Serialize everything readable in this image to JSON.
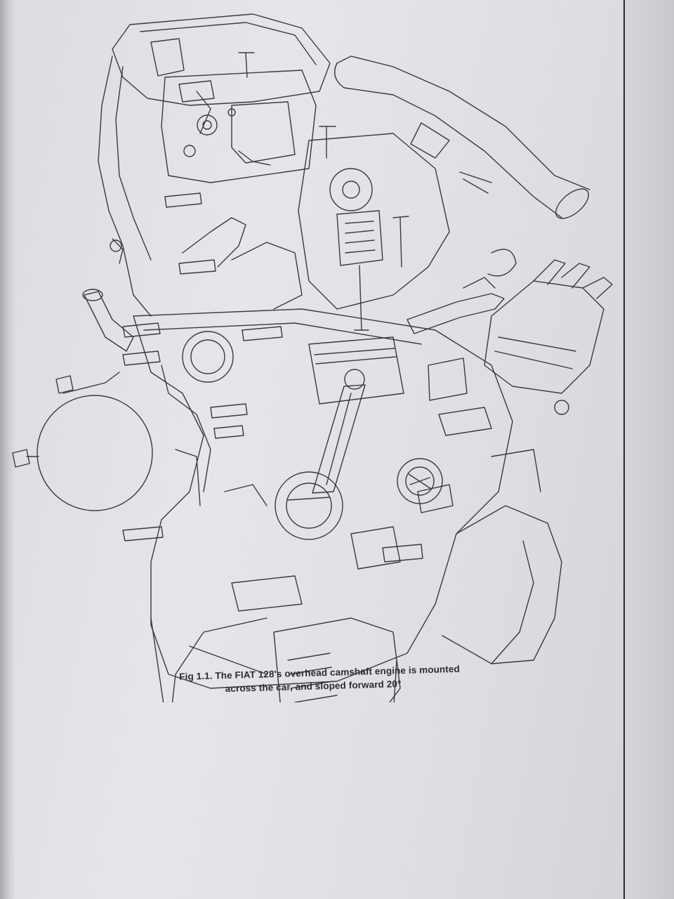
{
  "figure": {
    "caption_line_1": "Fig 1.1. The FIAT 128's overhead camshaft engine is mounted",
    "caption_line_2": "across the car, and sloped forward 20°",
    "illustration": "engine-cutaway-drawing"
  },
  "colors": {
    "paper": "#e3e2e7",
    "ink": "#2c2b31",
    "line": "#3a393f"
  }
}
